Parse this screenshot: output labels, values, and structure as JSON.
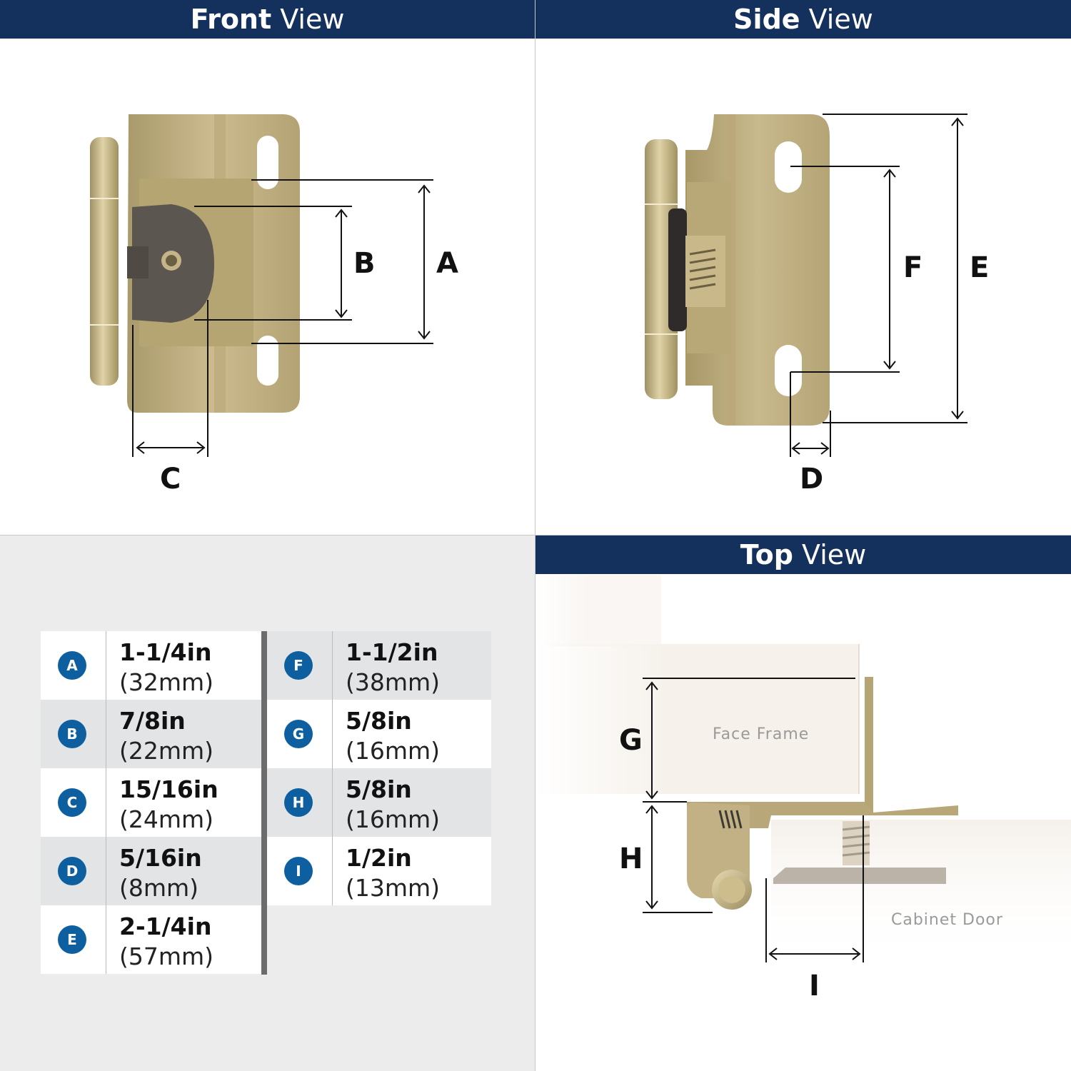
{
  "front": {
    "title_bold": "Front",
    "title_rest": "View",
    "labels": [
      "A",
      "B",
      "C"
    ]
  },
  "side": {
    "title_bold": "Side",
    "title_rest": "View",
    "labels": [
      "D",
      "E",
      "F"
    ]
  },
  "top": {
    "title_bold": "Top",
    "title_rest": "View",
    "labels": [
      "G",
      "H",
      "I"
    ],
    "face_frame": "Face Frame",
    "cabinet_door": "Cabinet Door"
  },
  "specs": [
    {
      "letter": "A",
      "imperial": "1-1/4in",
      "metric": "(32mm)"
    },
    {
      "letter": "B",
      "imperial": "7/8in",
      "metric": "(22mm)"
    },
    {
      "letter": "C",
      "imperial": "15/16in",
      "metric": "(24mm)"
    },
    {
      "letter": "D",
      "imperial": "5/16in",
      "metric": "(8mm)"
    },
    {
      "letter": "E",
      "imperial": "2-1/4in",
      "metric": "(57mm)"
    },
    {
      "letter": "F",
      "imperial": "1-1/2in",
      "metric": "(38mm)"
    },
    {
      "letter": "G",
      "imperial": "5/8in",
      "metric": "(16mm)"
    },
    {
      "letter": "H",
      "imperial": "5/8in",
      "metric": "(16mm)"
    },
    {
      "letter": "I",
      "imperial": "1/2in",
      "metric": "(13mm)"
    }
  ],
  "colors": {
    "banner": "#13315c",
    "badge": "#0d5fa0",
    "brass": "#c2b083",
    "dark_metal": "#5c5650"
  }
}
